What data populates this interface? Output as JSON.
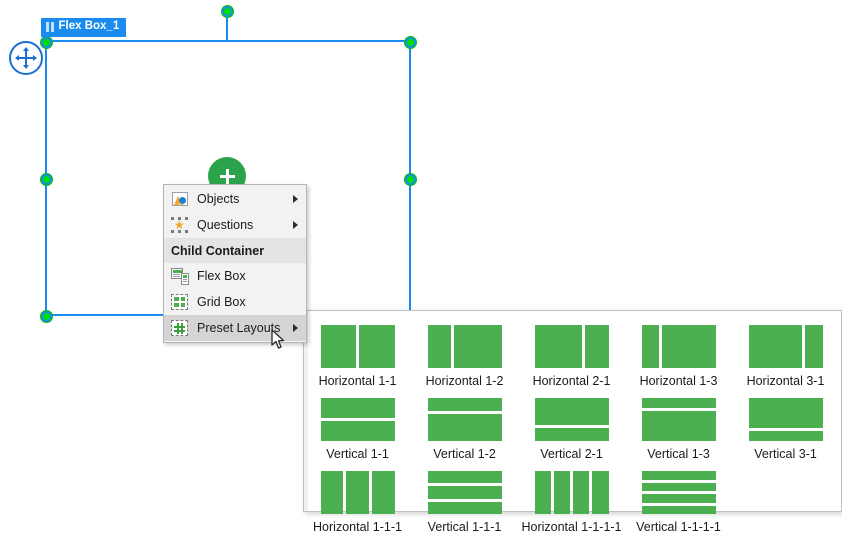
{
  "canvas": {
    "object_label": "Flex Box_1",
    "object_label_icon": "flex-box-icon",
    "move_handle_icon": "move-4way-icon",
    "selection_color": "#1a8cf0",
    "handle_color": "#00e000"
  },
  "add_button": {
    "icon": "plus-icon",
    "color": "#2aa34a"
  },
  "context_menu": {
    "items": [
      {
        "label": "Objects",
        "icon": "objects-icon",
        "has_submenu": true,
        "type": "item"
      },
      {
        "label": "Questions",
        "icon": "questions-icon",
        "has_submenu": true,
        "type": "item"
      },
      {
        "label": "Child Container",
        "type": "header"
      },
      {
        "label": "Flex Box",
        "icon": "flex-box-icon",
        "has_submenu": false,
        "type": "item"
      },
      {
        "label": "Grid Box",
        "icon": "grid-box-icon",
        "has_submenu": false,
        "type": "item"
      },
      {
        "label": "Preset Layouts",
        "icon": "preset-layouts-icon",
        "has_submenu": true,
        "type": "item",
        "highlighted": true
      }
    ]
  },
  "preset_flyout": {
    "accent": "#4caf50",
    "rows": [
      [
        {
          "label": "Horizontal 1-1",
          "dir": "row",
          "parts": [
            1,
            1
          ]
        },
        {
          "label": "Horizontal 1-2",
          "dir": "row",
          "parts": [
            1,
            2
          ]
        },
        {
          "label": "Horizontal 2-1",
          "dir": "row",
          "parts": [
            2,
            1
          ]
        },
        {
          "label": "Horizontal 1-3",
          "dir": "row",
          "parts": [
            1,
            3
          ]
        },
        {
          "label": "Horizontal 3-1",
          "dir": "row",
          "parts": [
            3,
            1
          ]
        }
      ],
      [
        {
          "label": "Vertical 1-1",
          "dir": "col",
          "parts": [
            1,
            1
          ]
        },
        {
          "label": "Vertical 1-2",
          "dir": "col",
          "parts": [
            1,
            2
          ]
        },
        {
          "label": "Vertical 2-1",
          "dir": "col",
          "parts": [
            2,
            1
          ]
        },
        {
          "label": "Vertical 1-3",
          "dir": "col",
          "parts": [
            1,
            3
          ]
        },
        {
          "label": "Vertical 3-1",
          "dir": "col",
          "parts": [
            3,
            1
          ]
        }
      ],
      [
        {
          "label": "Horizontal 1-1-1",
          "dir": "row",
          "parts": [
            1,
            1,
            1
          ]
        },
        {
          "label": "Vertical 1-1-1",
          "dir": "col",
          "parts": [
            1,
            1,
            1
          ]
        },
        {
          "label": "Horizontal 1-1-1-1",
          "dir": "row",
          "parts": [
            1,
            1,
            1,
            1
          ]
        },
        {
          "label": "Vertical 1-1-1-1",
          "dir": "col",
          "parts": [
            1,
            1,
            1,
            1
          ]
        }
      ]
    ]
  },
  "cursor": {
    "icon": "mouse-pointer-icon"
  }
}
